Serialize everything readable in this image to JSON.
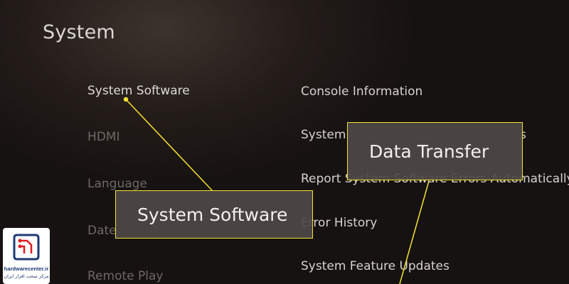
{
  "page": {
    "title": "System"
  },
  "left_menu": {
    "items": [
      {
        "label": "System Software"
      },
      {
        "label": "HDMI"
      },
      {
        "label": "Language"
      },
      {
        "label": "Date"
      },
      {
        "label": "Remote Play"
      }
    ]
  },
  "right_menu": {
    "items": [
      {
        "label": "Console Information"
      },
      {
        "label": "System"
      },
      {
        "label": "s"
      },
      {
        "label": "Report System Software Errors Automatically"
      },
      {
        "label": "Error History"
      },
      {
        "label": "System Feature Updates"
      }
    ]
  },
  "callouts": {
    "system_software": "System Software",
    "data_transfer": "Data Transfer",
    "border_color": "#f4e230"
  },
  "watermark": {
    "site": "hardwarecenter.ir",
    "tagline": "مرکز سخت افزار ایران",
    "colors": {
      "primary": "#1f3a73",
      "accent": "#e11b22"
    }
  }
}
